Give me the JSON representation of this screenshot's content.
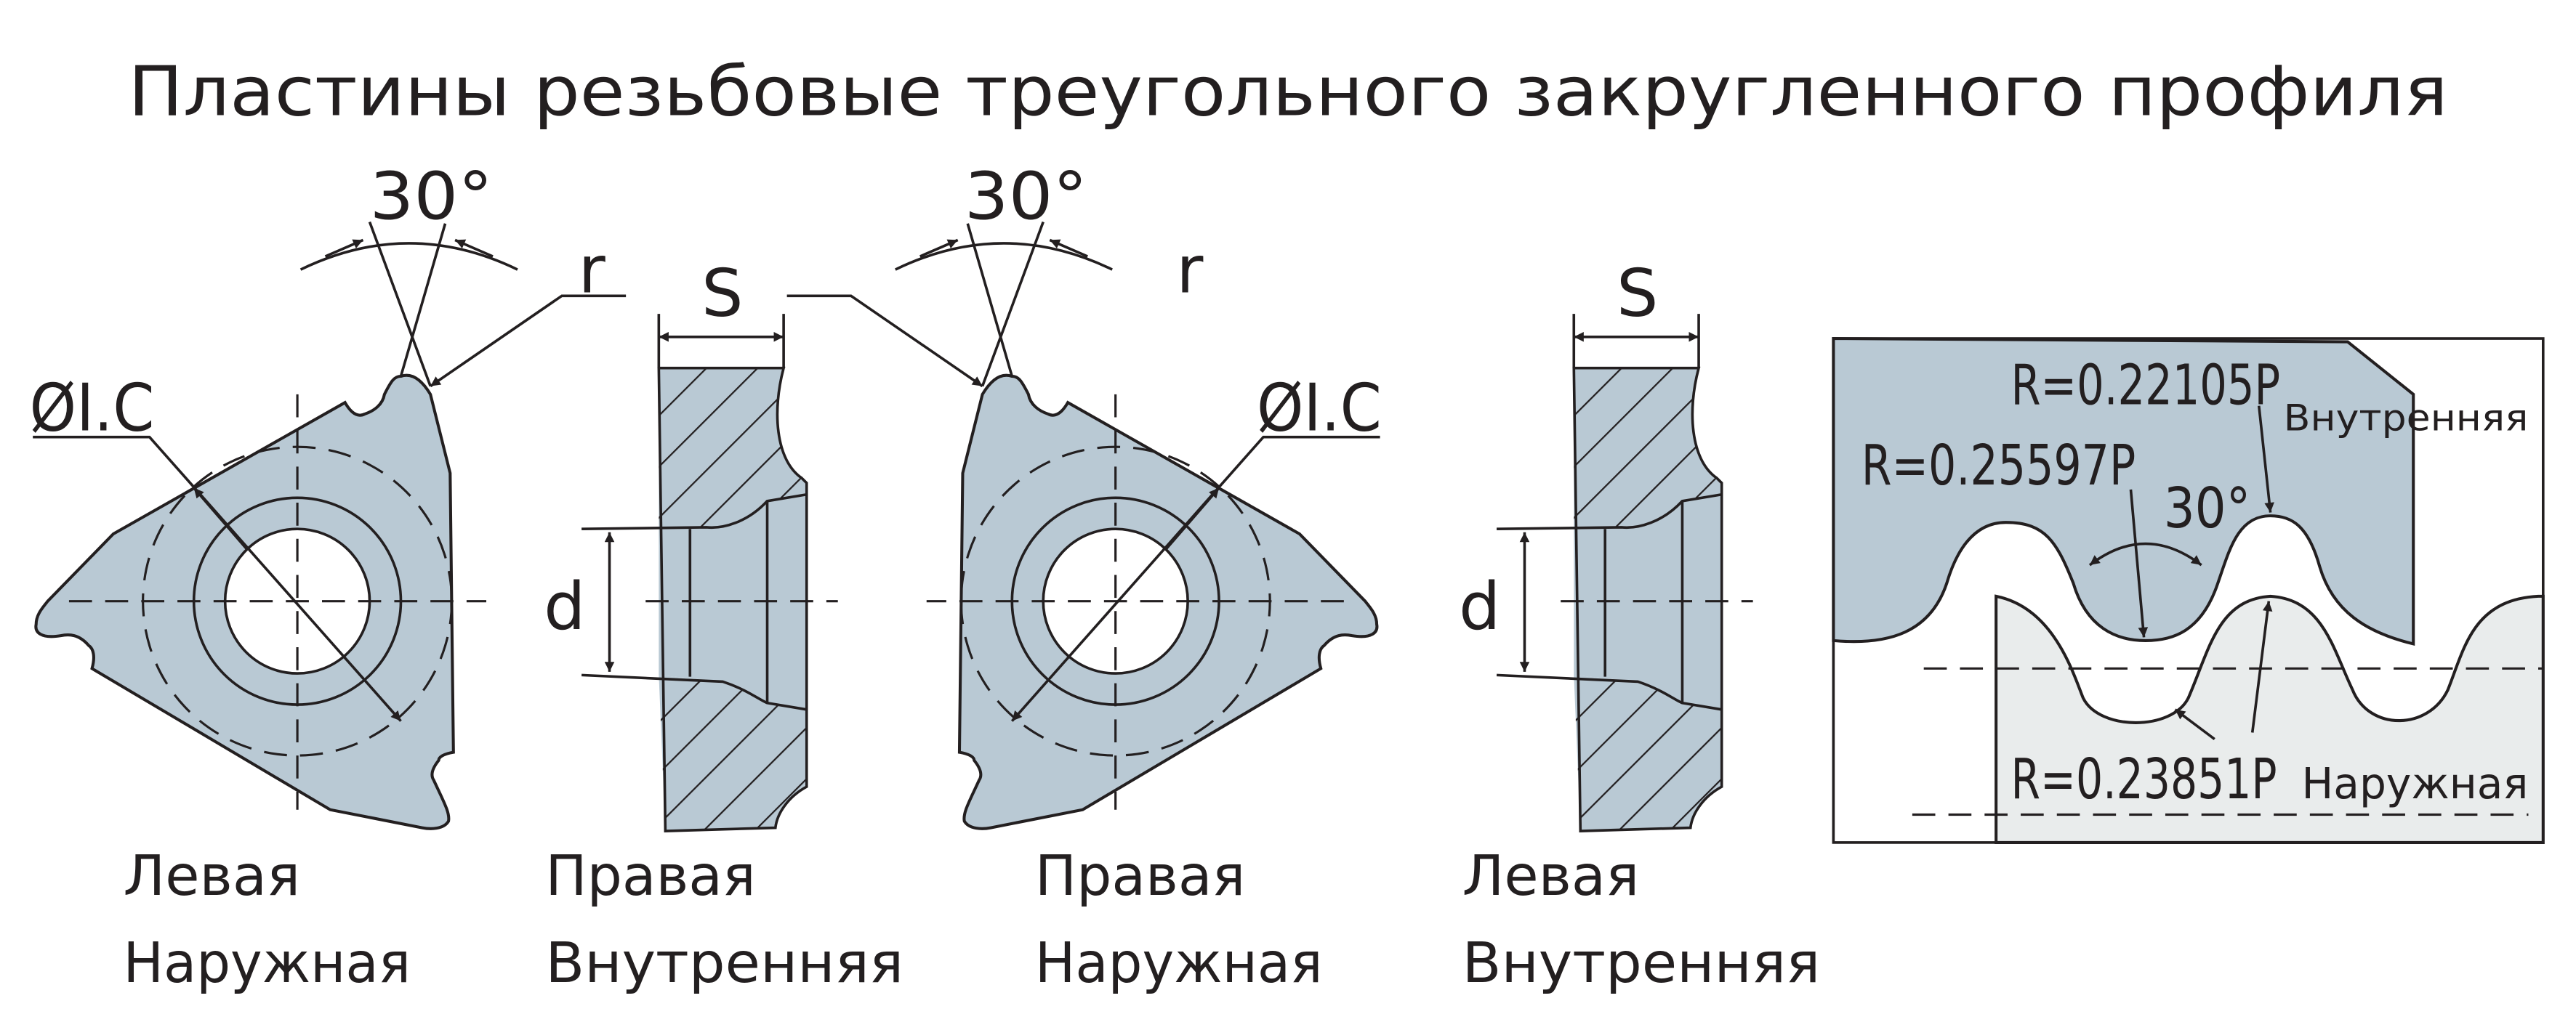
{
  "title": "Пластины резьбовые треугольного закругленного профиля",
  "colors": {
    "steel": "#b9c9d4",
    "light": "#e9ecec",
    "ink": "#231f20"
  },
  "inserts": [
    {
      "angle": "30°",
      "radius": "r",
      "diameter": "ØI.C",
      "hand": "Левая",
      "type": "Наружная"
    },
    {
      "angle": "30°",
      "radius": "r",
      "diameter": "ØI.C",
      "hand": "Правая",
      "type": "Наружная"
    }
  ],
  "side_views": [
    {
      "thickness": "S",
      "hole": "d",
      "hand": "Правая",
      "type": "Внутренняя"
    },
    {
      "thickness": "S",
      "hole": "d",
      "hand": "Левая",
      "type": "Внутренняя"
    }
  ],
  "profile": {
    "r_internal": "R=0.22105P",
    "internal_label": "Внутренняя",
    "r_crest": "R=0.25597P",
    "angle": "30°",
    "r_external": "R=0.23851P",
    "external_label": "Наружная"
  }
}
